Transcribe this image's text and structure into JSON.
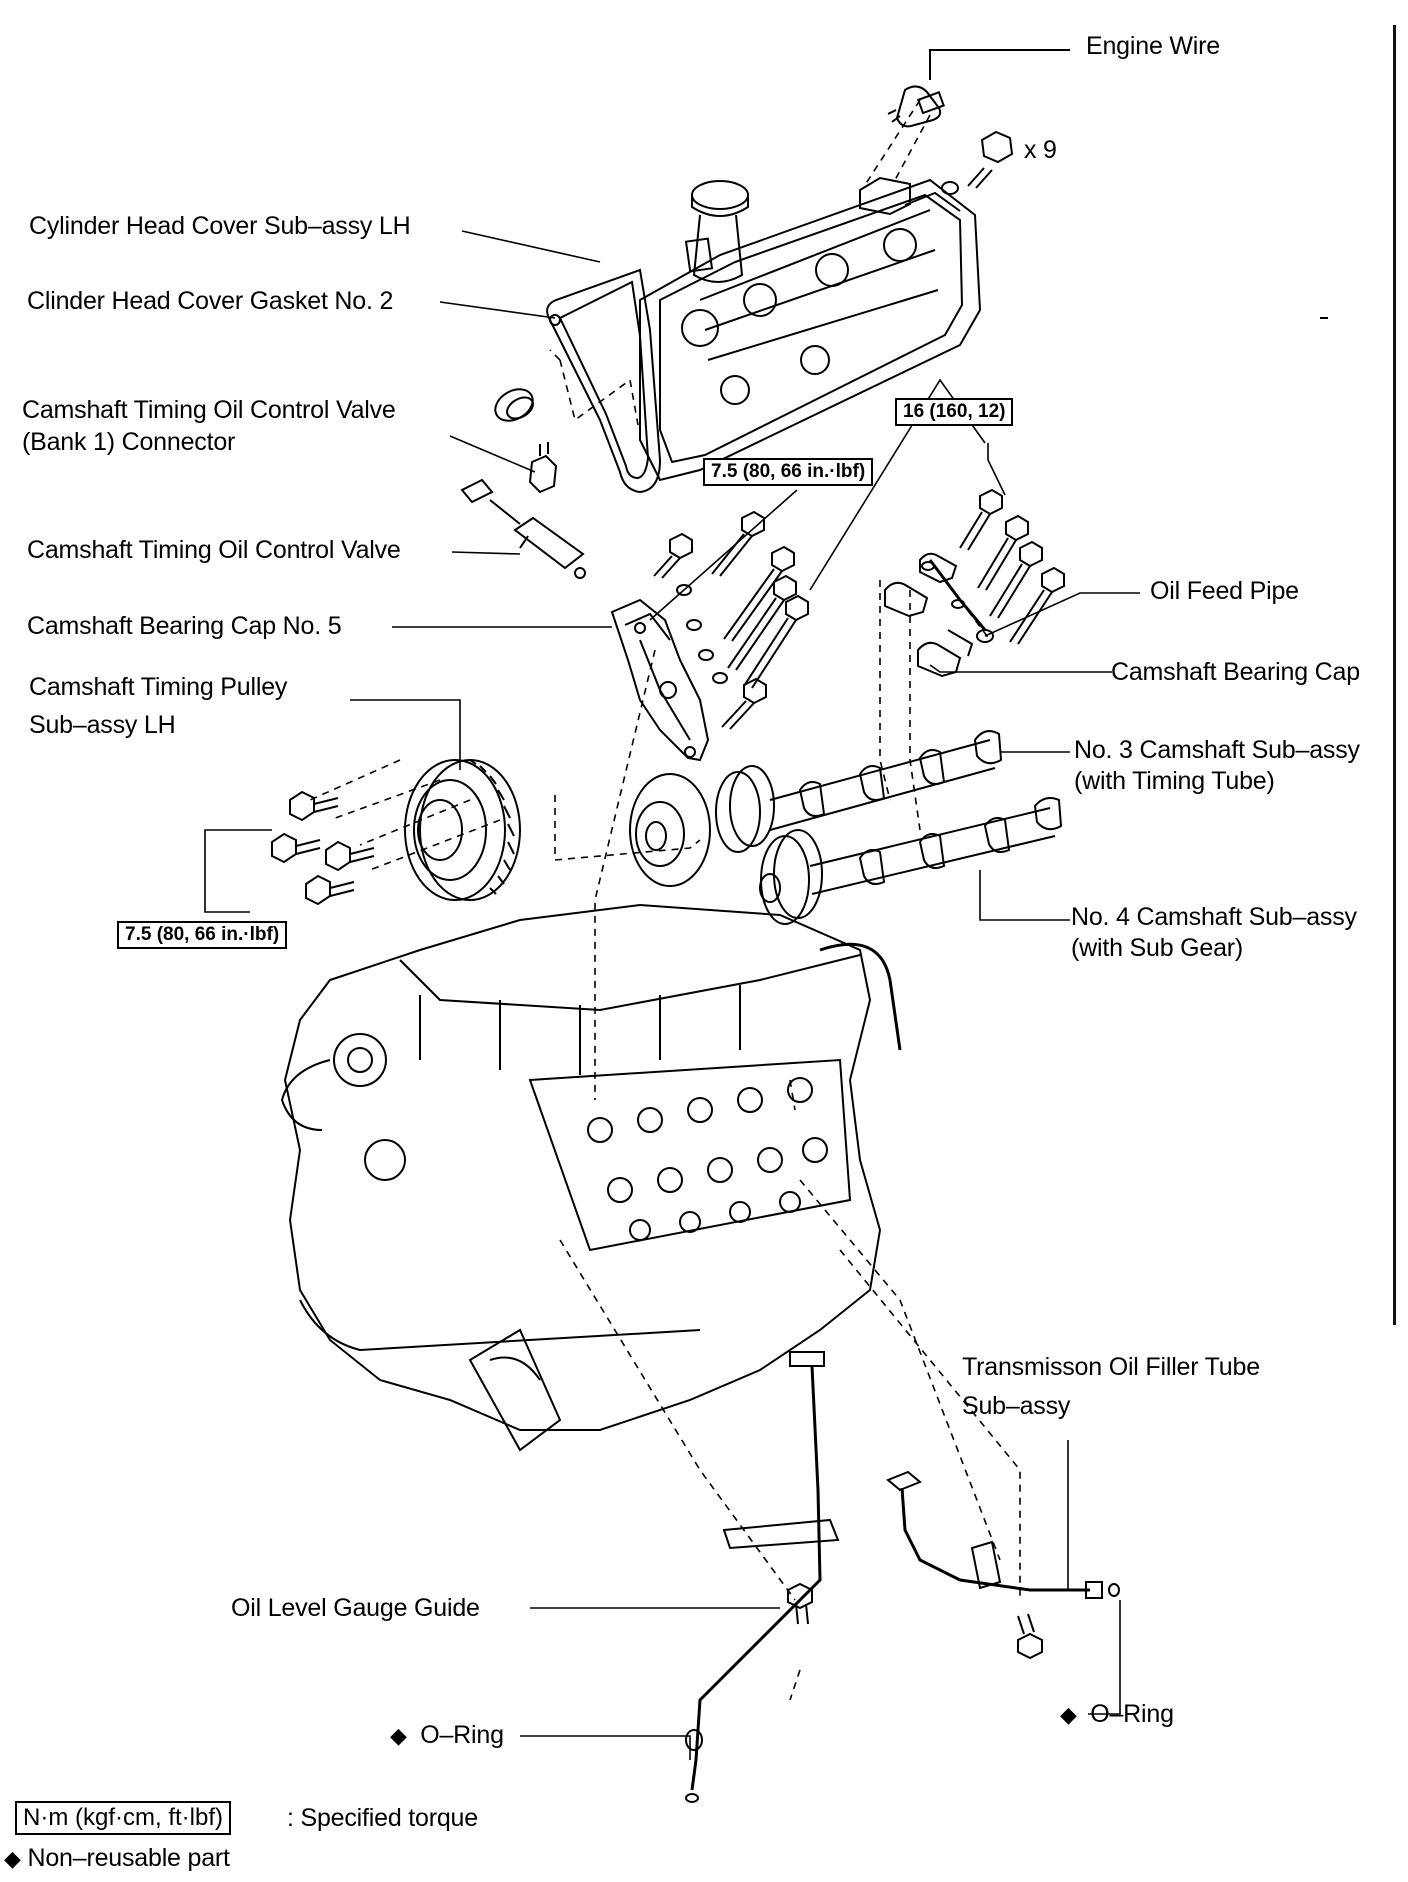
{
  "labels": {
    "engine_wire": "Engine Wire",
    "x9": "x 9",
    "cyl_head_cover_lh": "Cylinder Head Cover Sub–assy LH",
    "cyl_head_cover_gasket": "Clinder Head Cover Gasket No. 2",
    "ocv_connector_1": "Camshaft Timing Oil Control Valve",
    "ocv_connector_2": "(Bank 1) Connector",
    "ocv": "Camshaft Timing Oil Control Valve",
    "bearing_cap_5": "Camshaft Bearing Cap No. 5",
    "timing_pulley_1": "Camshaft  Timing  Pulley",
    "timing_pulley_2": "Sub–assy LH",
    "oil_feed_pipe": "Oil Feed Pipe",
    "bearing_cap": "Camshaft Bearing Cap",
    "cam3_1": "No. 3 Camshaft Sub–assy",
    "cam3_2": "(with Timing Tube)",
    "cam4_1": "No. 4 Camshaft Sub–assy",
    "cam4_2": "(with Sub Gear)",
    "trans_tube_1": "Transmisson Oil Filler Tube",
    "trans_tube_2": "Sub–assy",
    "oil_gauge_guide": "Oil Level Gauge Guide",
    "oring_left": "O–Ring",
    "oring_right": "O–Ring"
  },
  "torque_specs": {
    "cam_cap_bolts": "16 (160, 12)",
    "bearing_cap_5_bolts": "7.5 (80, 66 in.·lbf)",
    "pulley_bolts": "7.5 (80, 66 in.·lbf)"
  },
  "legend": {
    "torque_box": "N·m (kgf·cm, ft·lbf)",
    "torque_text": ": Specified torque",
    "nonreusable_symbol": "◆",
    "nonreusable_text": "Non–reusable part"
  }
}
